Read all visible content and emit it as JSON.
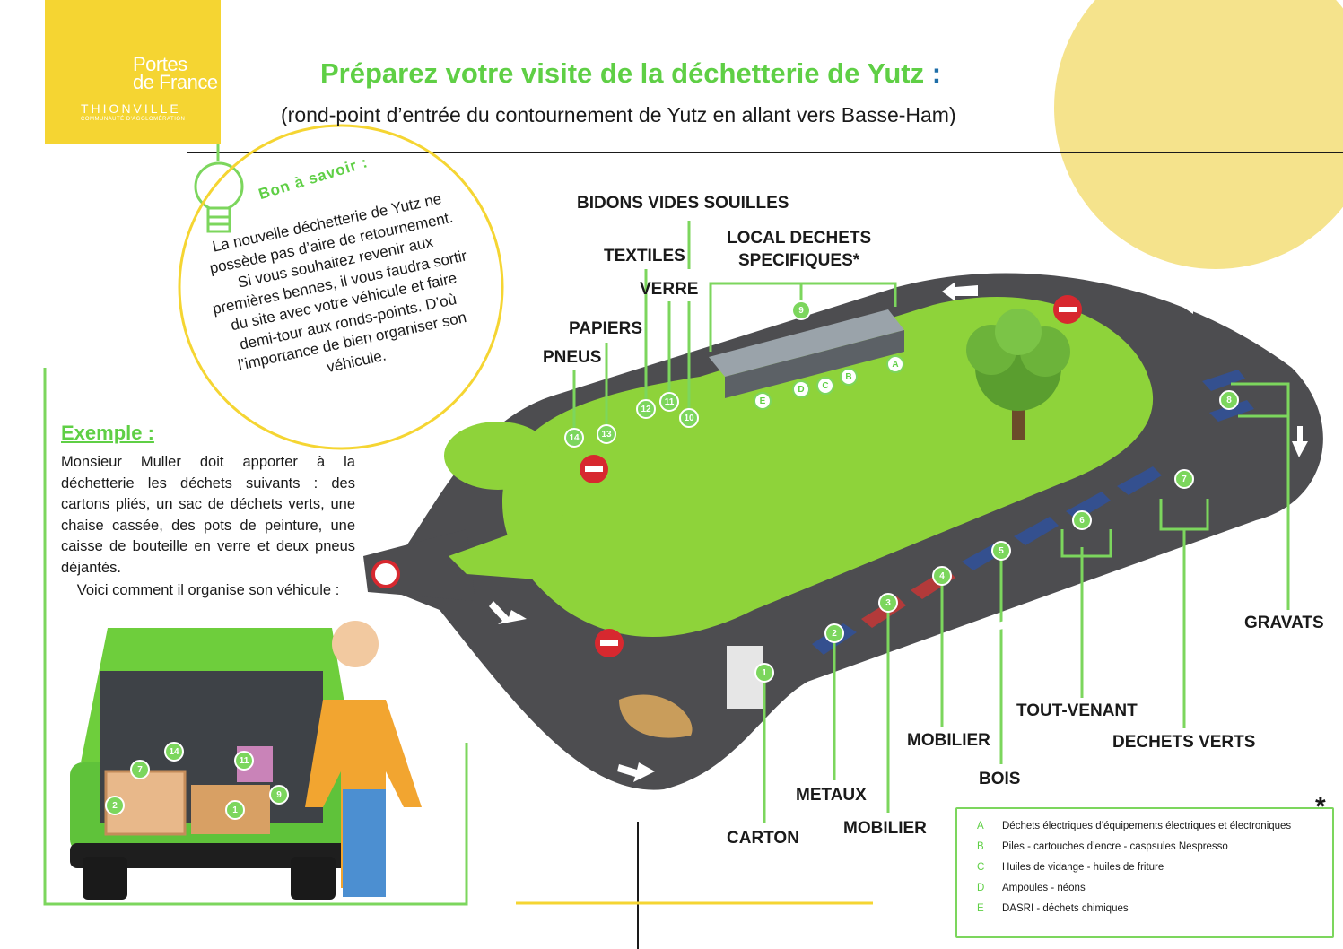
{
  "logo": {
    "line1": "Portes",
    "line2": "de France",
    "city": "THIONVILLE",
    "sub": "COMMUNAUTÉ D'AGGLOMÉRATION"
  },
  "header": {
    "title": "Préparez votre visite de la déchetterie de Yutz",
    "title_colon": ":",
    "subtitle": "(rond-point d’entrée du contournement de Yutz en allant vers Basse-Ham)"
  },
  "tip": {
    "heading": "Bon à savoir :",
    "body": "La nouvelle déchetterie de Yutz ne possède pas d’aire de retournement. Si vous souhaitez revenir aux premières bennes, il vous faudra sortir du site avec votre véhicule et faire demi-tour aux ronds-points. D’où l’importance de bien organiser son véhicule."
  },
  "example": {
    "heading": "Exemple :",
    "body": "Monsieur Muller doit apporter à la déchetterie les déchets suivants : des cartons pliés, un sac de déchets verts, une chaise cassée, des pots de peinture, une caisse de bouteille en verre et deux pneus déjantés.",
    "body2": "Voici comment il organise son véhicule :"
  },
  "labels": {
    "bidons": "BIDONS VIDES SOUILLES",
    "local1": "LOCAL DECHETS",
    "local2": "SPECIFIQUES*",
    "textiles": "TEXTILES",
    "verre": "VERRE",
    "papiers": "PAPIERS",
    "pneus": "PNEUS",
    "gravats": "GRAVATS",
    "tout_venant": "TOUT-VENANT",
    "dechets_verts": "DECHETS VERTS",
    "mobilier_1": "MOBILIER",
    "bois": "BOIS",
    "metaux": "METAUX",
    "mobilier_2": "MOBILIER",
    "carton": "CARTON"
  },
  "map_markers": [
    "1",
    "2",
    "3",
    "4",
    "5",
    "6",
    "7",
    "8",
    "9",
    "10",
    "11",
    "12",
    "13",
    "14"
  ],
  "local_markers": [
    "A",
    "B",
    "C",
    "D",
    "E"
  ],
  "car_markers": [
    "1",
    "2",
    "7",
    "9",
    "11",
    "14"
  ],
  "legend": [
    {
      "code": "A",
      "desc": "Déchets électriques d’équipements électriques et électroniques"
    },
    {
      "code": "B",
      "desc": "Piles - cartouches d’encre - caspsules Nespresso"
    },
    {
      "code": "C",
      "desc": "Huiles de vidange - huiles de friture"
    },
    {
      "code": "D",
      "desc": "Ampoules - néons"
    },
    {
      "code": "E",
      "desc": "DASRI - déchets chimiques"
    }
  ],
  "legend_star": "*",
  "colors": {
    "green": "#5fcf45",
    "yellow": "#f5d532",
    "road": "#4d4d50",
    "grass": "#8ed33a",
    "no_entry": "#d7282f"
  }
}
